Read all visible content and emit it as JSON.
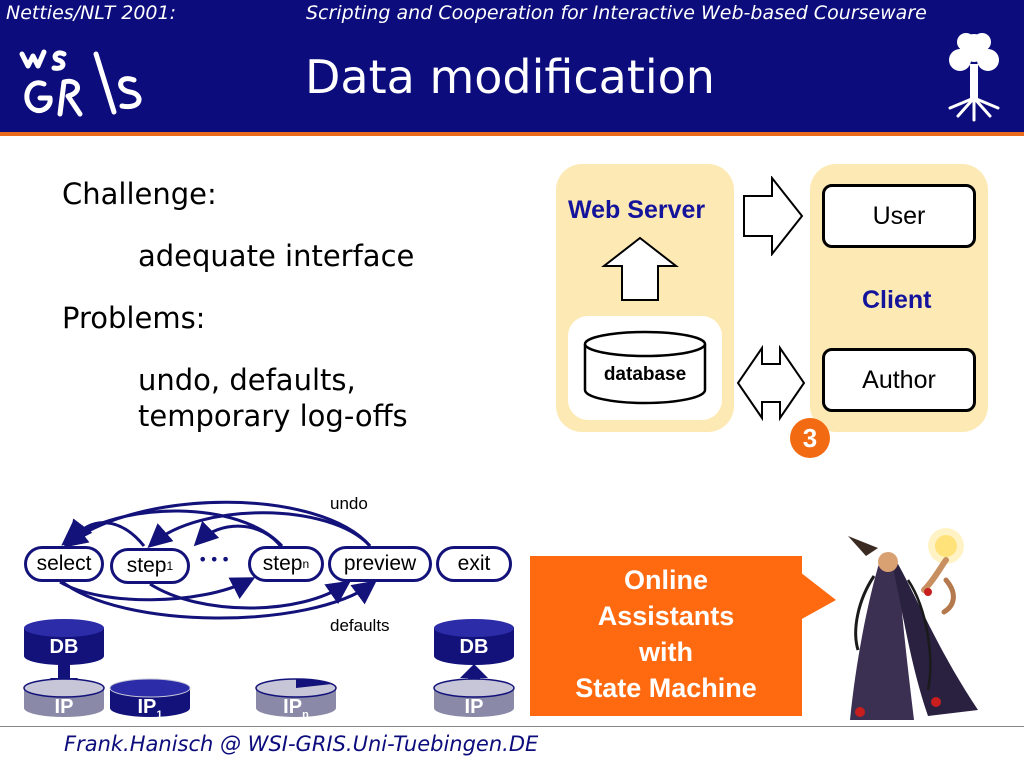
{
  "header": {
    "left_caption": "Netties/NLT 2001:",
    "right_caption": "Scripting and Cooperation for Interactive Web-based Courseware",
    "title": "Data modification",
    "logo_text": "WSGRIS"
  },
  "content": {
    "challenge_label": "Challenge:",
    "challenge_value": "adequate interface",
    "problems_label": "Problems:",
    "problems_line1": "undo, defaults,",
    "problems_line2": "temporary log-offs"
  },
  "architecture": {
    "web_server": "Web Server",
    "database": "database",
    "client": "Client",
    "user": "User",
    "author": "Author",
    "badge": "3"
  },
  "flow": {
    "nodes": [
      "select",
      "step",
      "step",
      "preview",
      "exit"
    ],
    "sub1": "1",
    "subn": "n",
    "ellipsis": "•••",
    "undo": "undo",
    "defaults": "defaults",
    "db_left": "DB",
    "db_right": "DB",
    "ip_left": "IP",
    "ip_1": "IP",
    "ip_n": "IP",
    "ip_right": "IP"
  },
  "callout": {
    "line1": "Online",
    "line2": "Assistants",
    "line3": "with",
    "line4": "State Machine"
  },
  "footer": {
    "email": "Frank.Hanisch @ WSI-GRIS.Uni-Tuebingen.DE"
  },
  "colors": {
    "header_bg": "#0c0c7c",
    "accent_orange": "#ff6a10",
    "panel_cream": "#fde9b4",
    "flow_blue": "#12127a"
  }
}
